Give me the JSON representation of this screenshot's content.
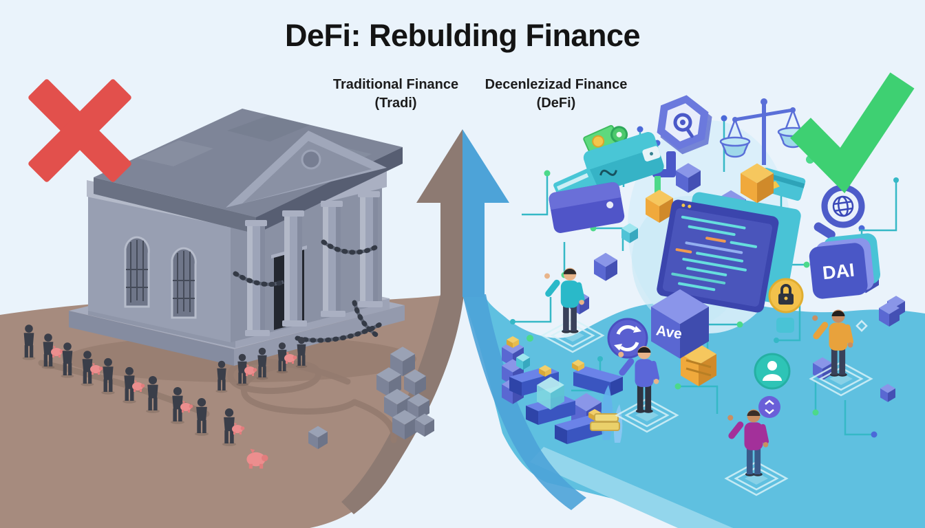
{
  "title": "DeFi: Rebulding Finance",
  "sections": {
    "tradfi": {
      "label": "Traditional Finance",
      "sublabel": "(Tradi)",
      "verdict_icon": "cross-icon"
    },
    "defi": {
      "label": "Decenlezizad Finance",
      "sublabel": "(DeFi)",
      "verdict_icon": "check-icon"
    }
  },
  "badges": {
    "dai": "DAI",
    "aave": "Ave"
  },
  "icons": [
    "cross-icon",
    "check-icon",
    "bank-building",
    "chain-icon",
    "piggy-bank-icon",
    "split-arrow-icon",
    "smart-contract-window",
    "scales-icon",
    "governance-hexagon-icon",
    "magnifier-globe-icon",
    "wallet-icon",
    "lock-badge-icon",
    "identity-badge-icon",
    "exchange-badge-icon",
    "faucet-icon",
    "blockchain-blocks",
    "gold-bars",
    "credit-card-icon"
  ],
  "colors": {
    "background": "#eaf3fb",
    "cross_red": "#e2504c",
    "check_green": "#3ed072",
    "tradfi_ground": "#a68b7e",
    "tradfi_arrow": "#8d7a72",
    "defi_ground": "#5fc0e0",
    "defi_arrow": "#4da3d8",
    "bank_grey": "#9299ac",
    "contract_panel": "#4a55bb",
    "badge_purple": "#4a57c6",
    "accent_teal": "#35b8c6",
    "accent_gold": "#f0a93c",
    "silhouette": "#3a3e49",
    "piggy_pink": "#ec8e8e"
  }
}
